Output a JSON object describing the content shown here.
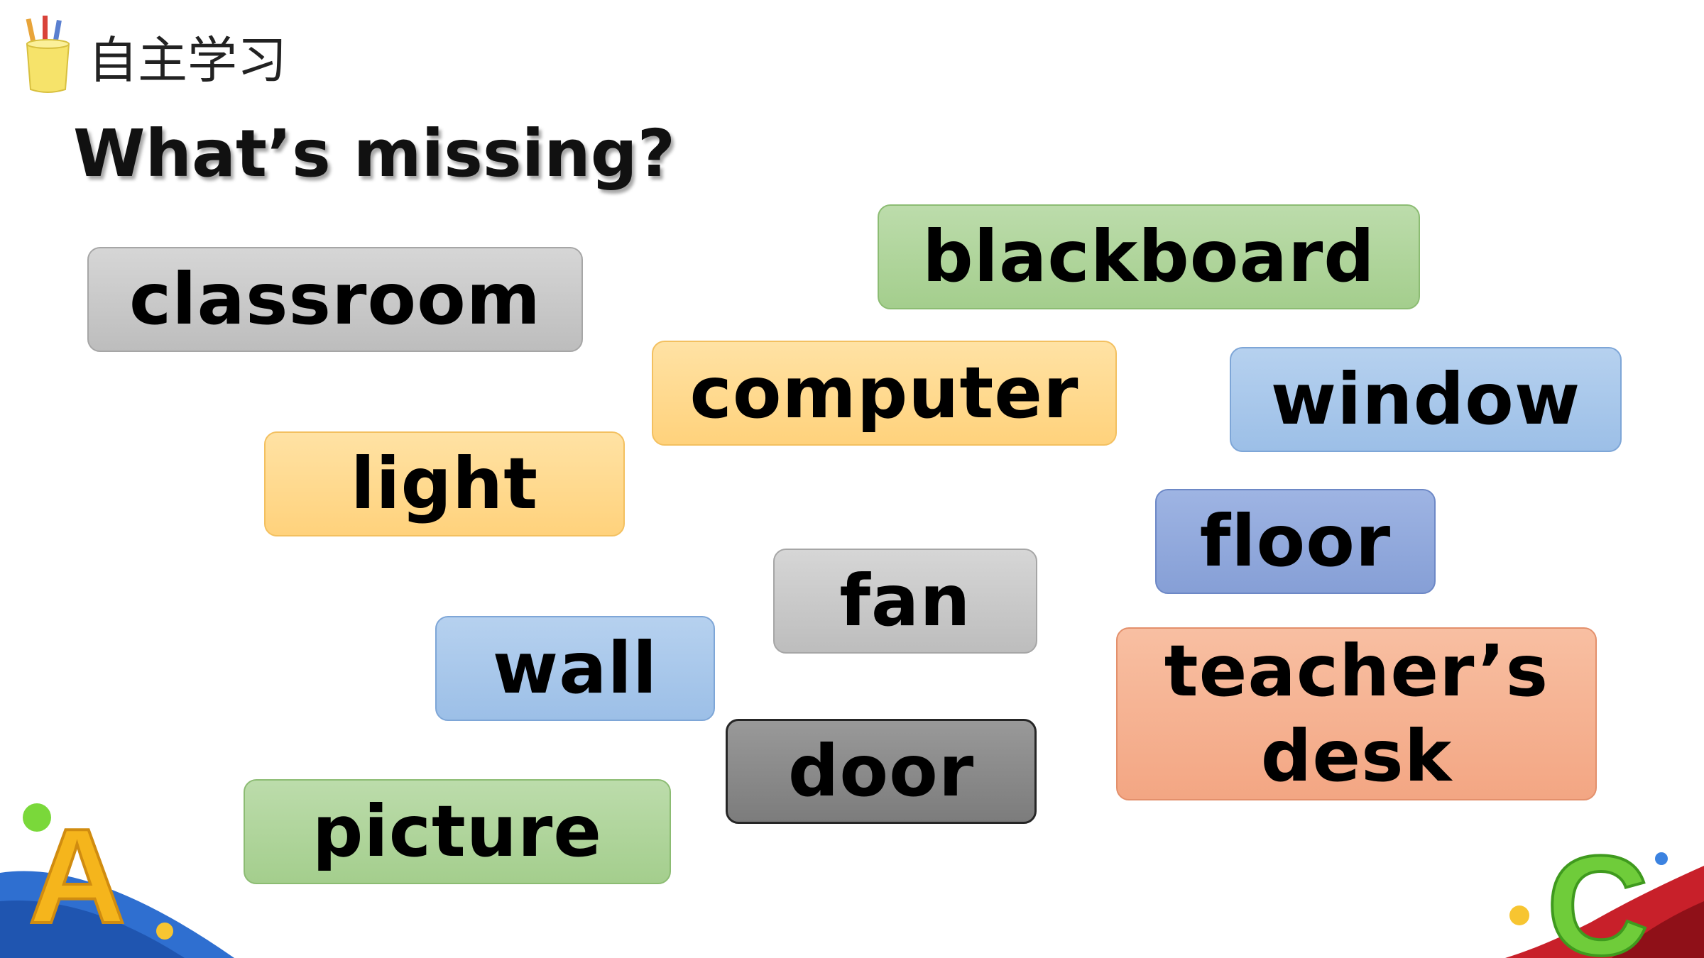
{
  "header": {
    "label": "自主学习"
  },
  "title": "What’s missing?",
  "cards": {
    "classroom": "classroom",
    "blackboard": "blackboard",
    "computer": "computer",
    "window": "window",
    "light": "light",
    "floor": "floor",
    "fan": "fan",
    "wall": "wall",
    "teachers_desk": "teacher’s desk",
    "door": "door",
    "picture": "picture"
  },
  "colors": {
    "gray": "#c8c8c8",
    "green": "#a9d18e",
    "yellow": "#ffd685",
    "blue": "#a4c3eb",
    "navy": "#8ea8dc",
    "dark": "#7f7f7f",
    "salmon": "#f4b08c"
  },
  "decorations": {
    "left_letter": "A",
    "right_letter": "C",
    "pencil_cup_icon": "pencil-cup-icon"
  }
}
